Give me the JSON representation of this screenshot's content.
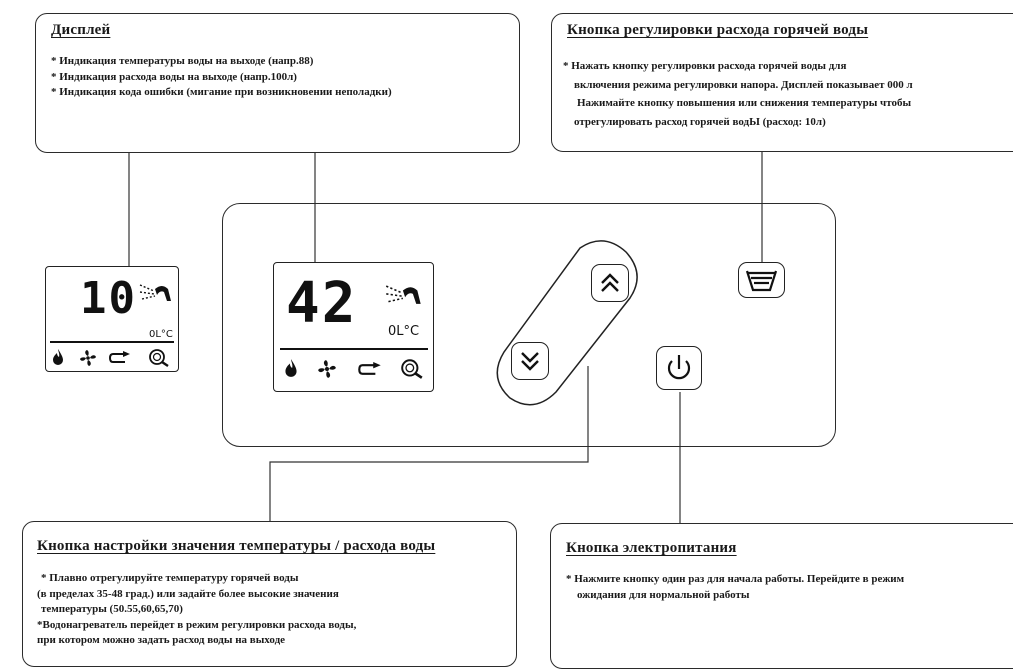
{
  "boxes": {
    "display": {
      "title": "Дисплей",
      "lines": [
        "* Индикация температуры воды на выходе (напр.88)",
        "* Индикация расхода воды на выходе (напр.100л)",
        "* Индикация кода ошибки (мигание при возникновении неполадки)"
      ]
    },
    "flow_button": {
      "title": "Кнопка регулировки расхода горячей воды",
      "lines": [
        "* Нажать кнопку регулировки расхода горячей воды для",
        "включения режима регулировки напора. Дисплей показывает 000 л",
        "Нажимайте кнопку повышения или снижения температуры чтобы",
        "отрегулировать расход горячей водЫ (расход: 10л)"
      ]
    },
    "temp_button": {
      "title": "Кнопка настройки значения температуры / расхода воды",
      "lines": [
        "* Плавно отрегулируйте температуру горячей воды",
        "(в пределах 35-48 град.) или задайте более высокие значения",
        "температуры (50.55,60,65,70)",
        "*Водонагреватель перейдет в режим регулировки расхода воды,",
        "при котором можно задать расход воды на выходе"
      ]
    },
    "power_button": {
      "title": "Кнопка электропитания",
      "lines": [
        "* Нажмите кнопку один раз для начала работы. Перейдите в режим",
        "ожидания для нормальной работы"
      ]
    }
  },
  "small_display": {
    "value": "10",
    "units": "0L°C"
  },
  "panel_display": {
    "value": "42",
    "units": "0L°C"
  },
  "icons": {
    "shower": "shower-icon",
    "flame": "flame-icon",
    "fan": "fan-icon",
    "arrow": "water-arrow-icon",
    "search": "magnifier-icon",
    "up": "chevron-double-up-icon",
    "down": "chevron-double-down-icon",
    "power": "power-icon",
    "flow": "flow-adjust-icon"
  }
}
